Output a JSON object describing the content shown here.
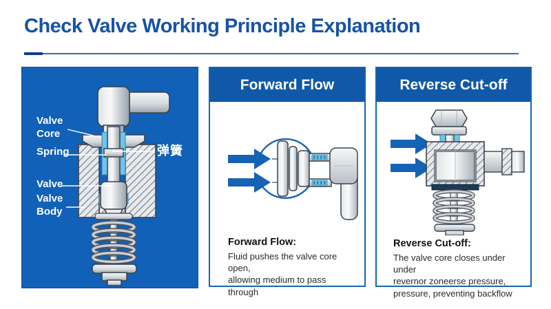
{
  "title": "Check Valve Working Principle Explanation",
  "colors": {
    "title_blue": "#1752a7",
    "panel_blue": "#1161b8",
    "header_blue": "#0f59a8",
    "arrow_blue": "#1563b5",
    "cyan_highlight": "#6fc4e8",
    "seal_dark": "#1d3a57"
  },
  "left_panel": {
    "labels": {
      "valve_core": "Valve Core",
      "spring": "Spring",
      "valve": "Valve",
      "valve_body": "Valve Body",
      "spring_cn": "弹簧"
    }
  },
  "forward_panel": {
    "header": "Forward Flow",
    "caption_title": "Forward Flow:",
    "lines": [
      "Fluid pushes the valve core open,",
      "allowing medium to pass through"
    ]
  },
  "reverse_panel": {
    "header": "Reverse Cut-off",
    "caption_title": "Reverse Cut-off:",
    "lines": [
      "The valve core closes under under",
      "revernor zoneerse pressure,",
      "pressure, preventing backflow"
    ]
  }
}
